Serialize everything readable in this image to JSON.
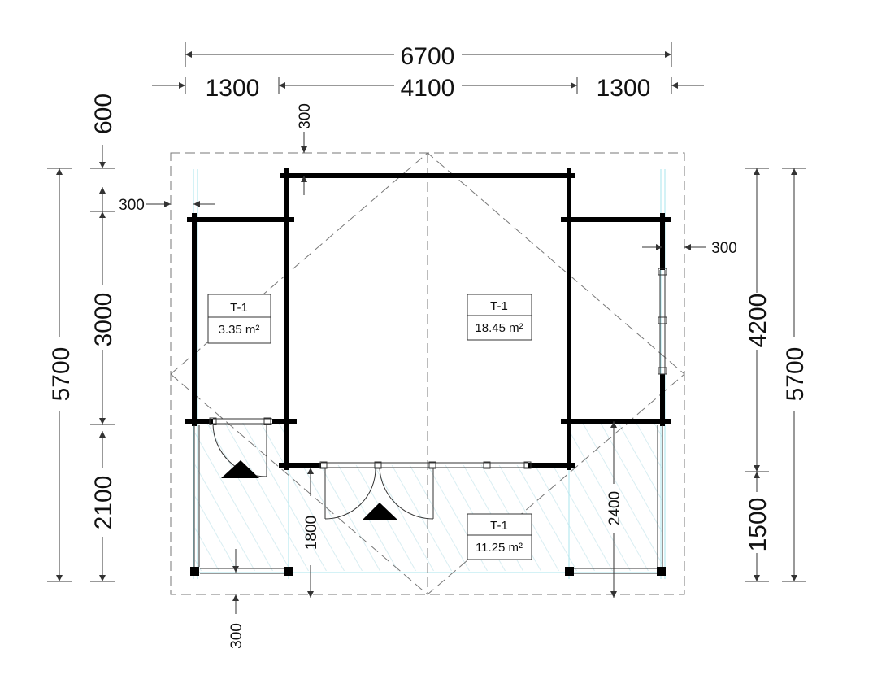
{
  "dimensions": {
    "overall_width": "6700",
    "left_width": "1300",
    "middle_width": "4100",
    "right_width": "1300",
    "top_offset": "600",
    "top_wall_offset": "300",
    "left_wall_offset": "300",
    "right_wall_offset": "300",
    "bottom_offset": "300",
    "left_room_depth": "3000",
    "left_terrace_depth": "2100",
    "total_depth_left": "5700",
    "right_room_depth": "4200",
    "right_terrace_depth": "1500",
    "total_depth_right": "5700",
    "door_height": "1800",
    "terrace_height": "2400"
  },
  "rooms": [
    {
      "code": "T-1",
      "area": "3.35 m²"
    },
    {
      "code": "T-1",
      "area": "18.45 m²"
    },
    {
      "code": "T-1",
      "area": "11.25 m²"
    }
  ],
  "colors": {
    "wall": "#000000",
    "outline": "#333333",
    "roof_dash": "#777777",
    "guide": "#a9e5ee"
  }
}
